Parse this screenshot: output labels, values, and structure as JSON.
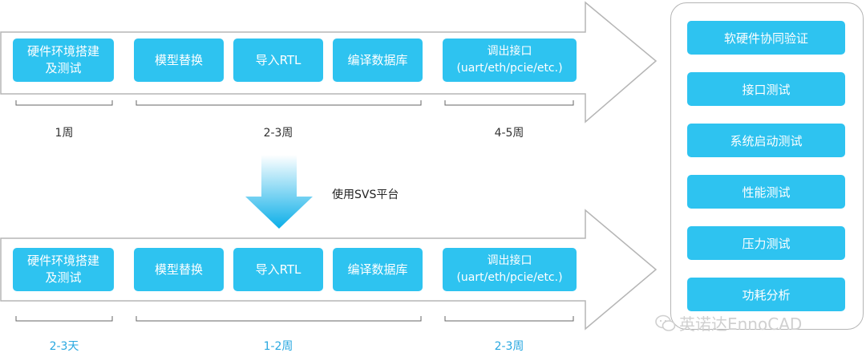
{
  "top_flow": {
    "steps": [
      "硬件环境搭建\n及测试",
      "模型替换",
      "导入RTL",
      "编译数据库",
      "调出接口\n(uart/eth/pcie/etc.)"
    ],
    "durations": [
      "1周",
      "2-3周",
      "4-5周"
    ]
  },
  "transition_label": "使用SVS平台",
  "bottom_flow": {
    "steps": [
      "硬件环境搭建\n及测试",
      "模型替换",
      "导入RTL",
      "编译数据库",
      "调出接口\n(uart/eth/pcie/etc.)"
    ],
    "durations": [
      "2-3天",
      "1-2周",
      "2-3周"
    ]
  },
  "panel_items": [
    "软硬件协同验证",
    "接口测试",
    "系统启动测试",
    "性能测试",
    "压力测试",
    "功耗分析"
  ],
  "watermark": "英诺达EnnoCAD",
  "colors": {
    "box": "#2ec3f0",
    "accent_text": "#29a8e0",
    "arrow_outline": "#b5b5b5"
  }
}
